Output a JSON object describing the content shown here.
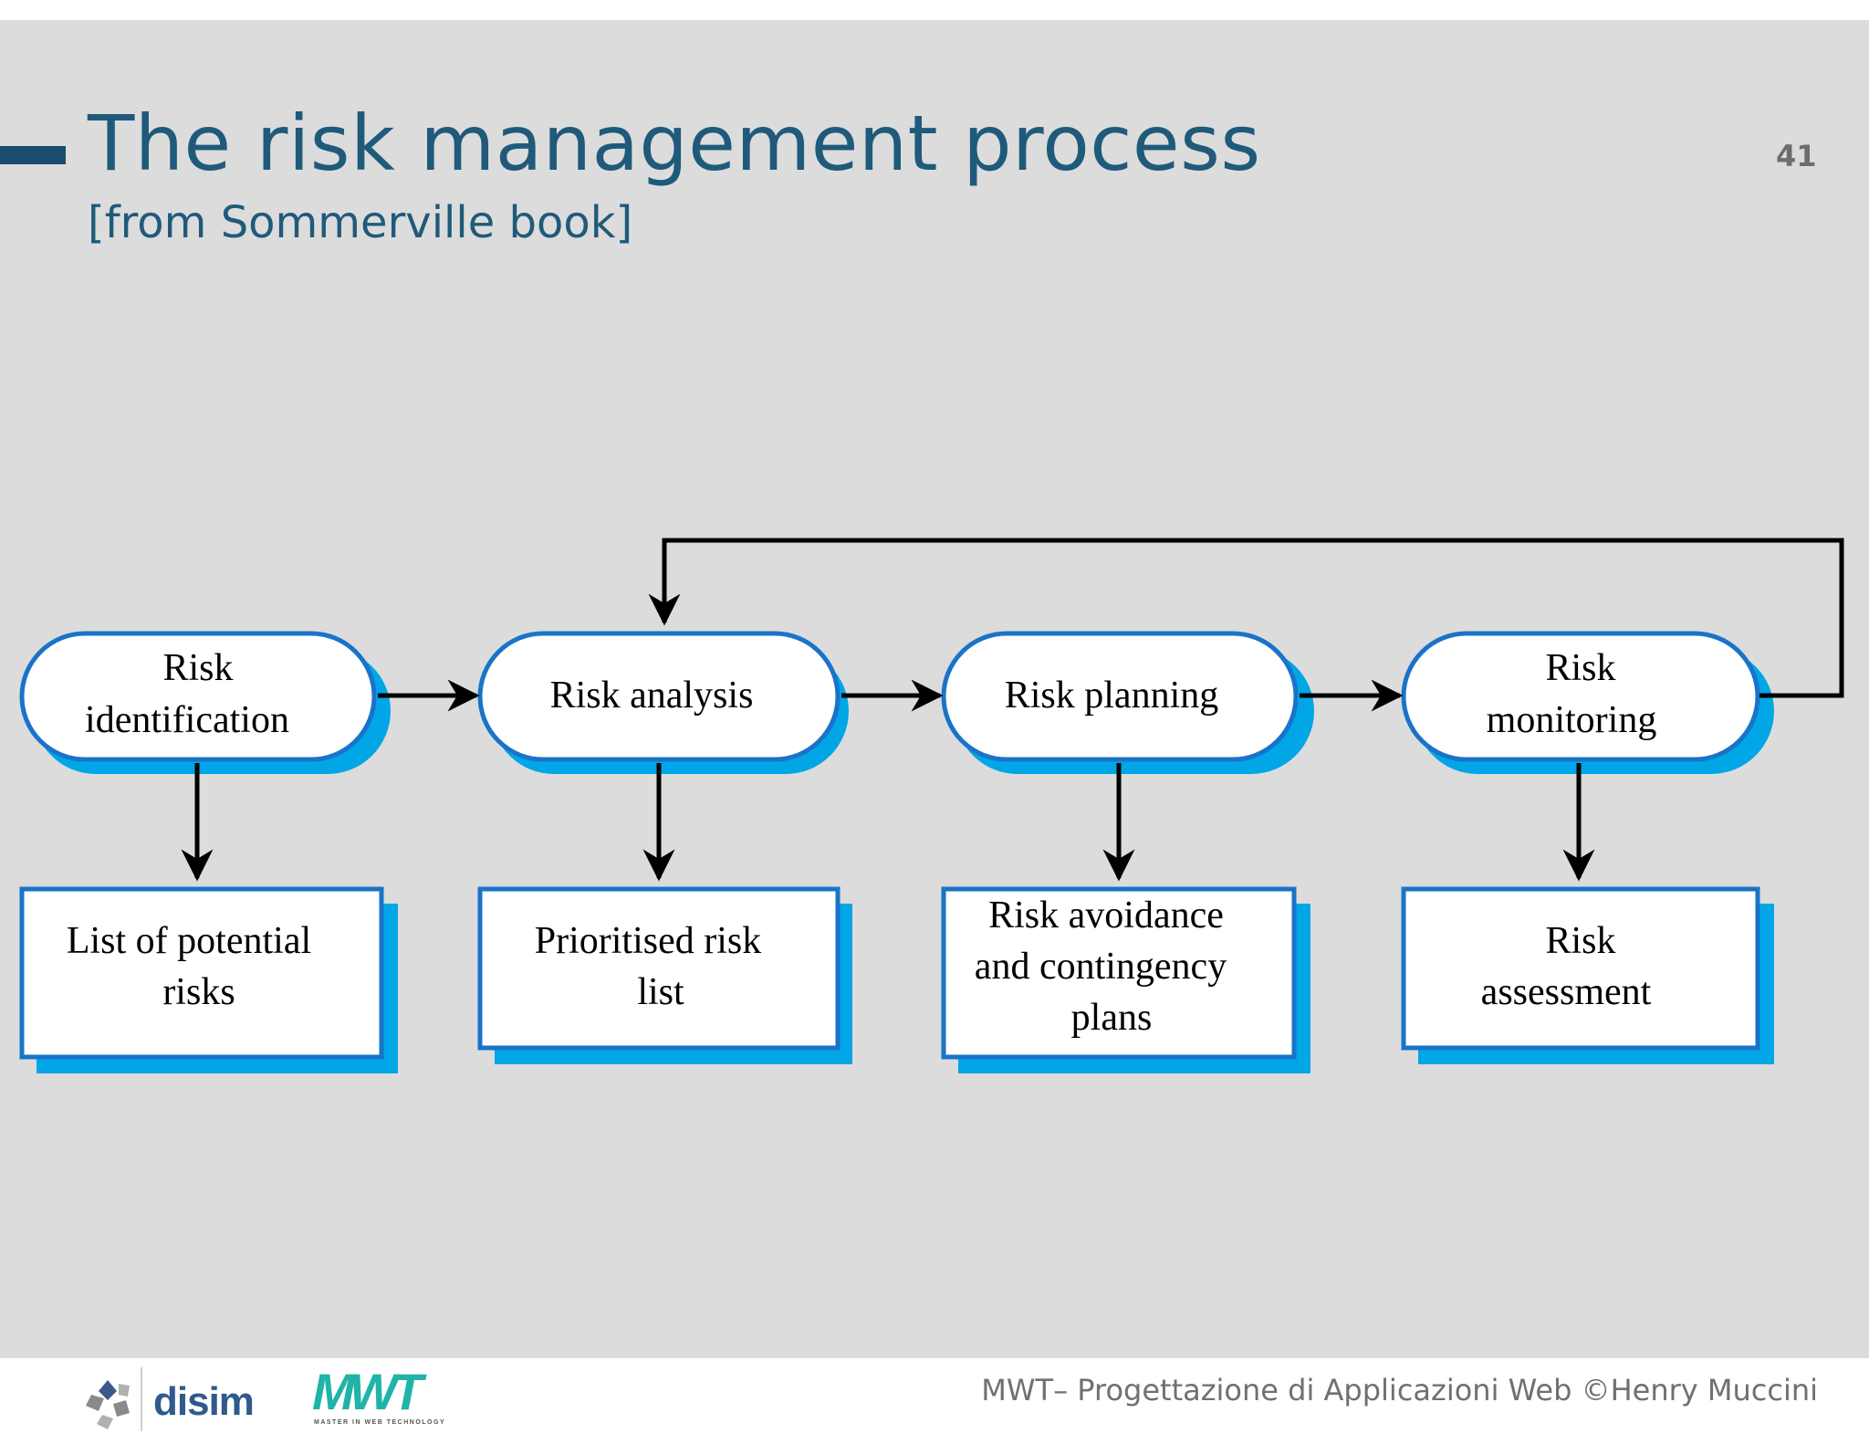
{
  "slide": {
    "title": "The risk management process",
    "subtitle": "[from Sommerville book]",
    "page_number": "41"
  },
  "diagram": {
    "stages": [
      {
        "line1": "Risk",
        "line2": "identification"
      },
      {
        "line1": "Risk analysis",
        "line2": ""
      },
      {
        "line1": "Risk planning",
        "line2": ""
      },
      {
        "line1": "Risk",
        "line2": "monitoring"
      }
    ],
    "outputs": [
      {
        "line1": "List of potential",
        "line2": "risks",
        "line3": ""
      },
      {
        "line1": "Prioritised risk",
        "line2": "list",
        "line3": ""
      },
      {
        "line1": "Risk avoidance",
        "line2": "and contingency",
        "line3": "plans"
      },
      {
        "line1": "Risk",
        "line2": "assessment",
        "line3": ""
      }
    ],
    "colors": {
      "stage_fill": "#ffffff",
      "stage_border": "#1a73c9",
      "shadow": "#00a6e6",
      "arrow": "#000000"
    }
  },
  "footer": {
    "text": "MWT– Progettazione di Applicazioni Web ©Henry Muccini",
    "logo_disim": "disim",
    "logo_mwt": "MWT",
    "logo_mwt_tagline": "MASTER IN WEB TECHNOLOGY"
  }
}
